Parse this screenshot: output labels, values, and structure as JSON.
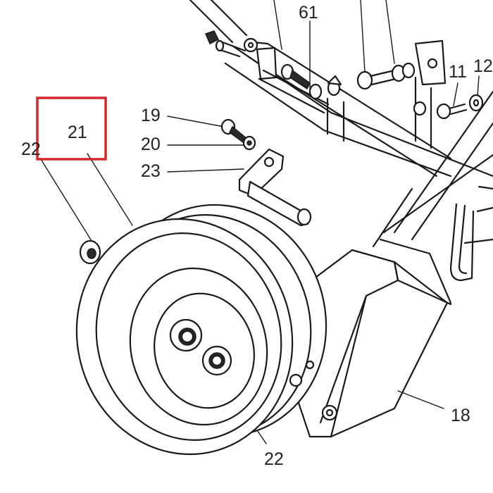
{
  "diagram": {
    "callouts": {
      "c61": "61",
      "c11": "11",
      "c12": "12",
      "c19": "19",
      "c20": "20",
      "c21": "21",
      "c22_left": "22",
      "c23": "23",
      "c18": "18",
      "c22_bottom": "22"
    },
    "highlight": {
      "target": "21",
      "color": "#d9262c"
    },
    "colors": {
      "ink": "#1a1a1a",
      "paper": "#ffffff"
    }
  }
}
